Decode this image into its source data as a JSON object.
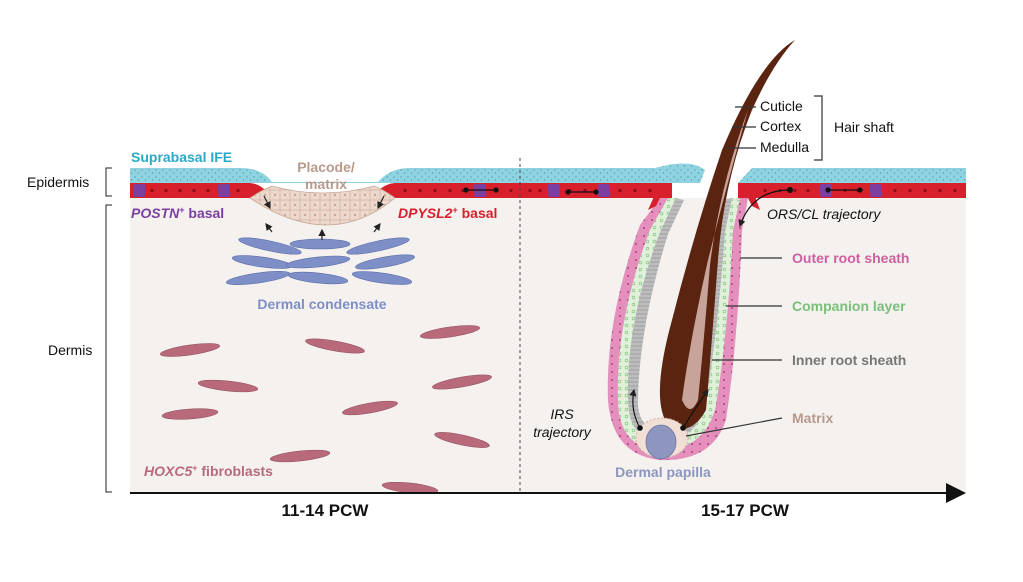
{
  "labels": {
    "epidermis": "Epidermis",
    "dermis": "Dermis",
    "suprabasal_ife": "Suprabasal IFE",
    "placode_matrix_line1": "Placode/",
    "placode_matrix_line2": "matrix",
    "postn_gene": "POSTN",
    "postn_suffix": "basal",
    "dpysl2_gene": "DPYSL2",
    "dpysl2_suffix": "basal",
    "plus": "+",
    "dermal_condensate": "Dermal condensate",
    "hoxc5_gene": "HOXC5",
    "hoxc5_suffix": "fibroblasts",
    "cuticle": "Cuticle",
    "cortex": "Cortex",
    "medulla": "Medulla",
    "hair_shaft": "Hair shaft",
    "ors_cl_trajectory": "ORS/CL trajectory",
    "outer_root_sheath": "Outer root sheath",
    "companion_layer": "Companion layer",
    "inner_root_sheath": "Inner root sheath",
    "matrix": "Matrix",
    "irs_trajectory_line1": "IRS",
    "irs_trajectory_line2": "trajectory",
    "dermal_papilla": "Dermal papilla",
    "stage_left": "11-14 PCW",
    "stage_right": "15-17 PCW"
  },
  "colors": {
    "suprabasal": "#8fd3e0",
    "basal": "#d8202c",
    "postn": "#7b3fa0",
    "placode": "#e8d3c6",
    "condensate": "#7d8fc6",
    "fibroblast": "#b86a7a",
    "dermis_bg": "#f4f1ef",
    "hair_dark": "#5a2410",
    "hair_light": "#c8a39a",
    "ors_label": "#cf5fa0",
    "cl_label": "#79c07a",
    "irs_label": "#777777",
    "matrix_label": "#b89a8c",
    "papilla": "#8d96bf",
    "ife_label": "#2aa9c7"
  }
}
